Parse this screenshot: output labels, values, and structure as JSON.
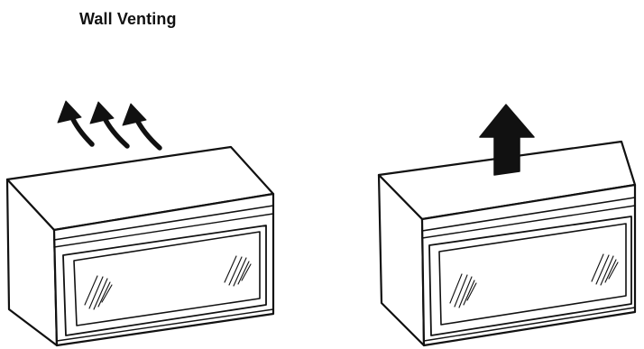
{
  "title": "Wall Venting",
  "colors": {
    "line": "#111111",
    "fill": "#ffffff",
    "background": "#ffffff"
  },
  "figures": [
    {
      "name": "wall-vent-microwave",
      "vent_indicator": "three-curved-arrows-icon"
    },
    {
      "name": "roof-vent-microwave",
      "vent_indicator": "up-arrow-icon"
    }
  ]
}
